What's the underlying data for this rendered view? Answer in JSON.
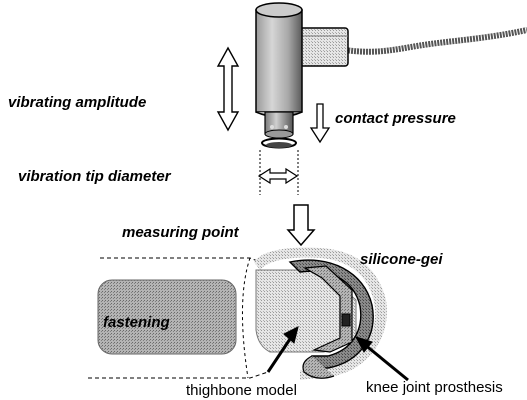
{
  "labels": {
    "vibrating_amplitude": "vibrating amplitude",
    "contact_pressure": "contact pressure",
    "vibration_tip_diameter": "vibration tip diameter",
    "measuring_point": "measuring point",
    "silicone_gel": "silicone-gei",
    "fastening": "fastening",
    "thighbone_model": "thighbone model",
    "knee_joint_prosthesis": "knee joint prosthesis"
  },
  "colors": {
    "ink": "#000000",
    "light_gray": "#c8c8c8",
    "mid_gray": "#9a9a9a",
    "dark_gray": "#6e6e6e",
    "background": "#ffffff"
  }
}
